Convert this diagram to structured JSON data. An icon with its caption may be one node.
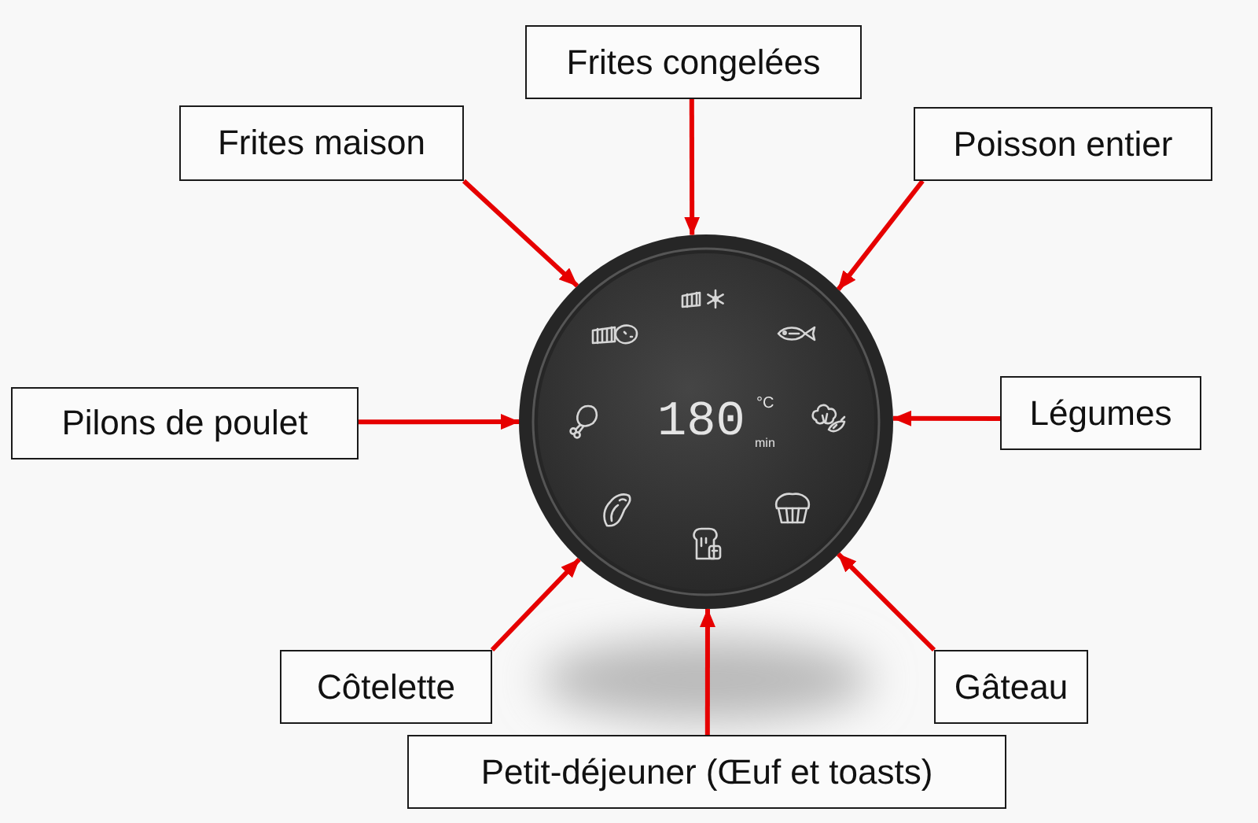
{
  "diagram": {
    "nodes": [
      {
        "text": [
          "Frites congelées"
        ]
      },
      {
        "text": [
          "Frites maison"
        ]
      },
      {
        "text": [
          "Poisson entier"
        ]
      },
      {
        "text": [
          "180",
          "°C",
          "min"
        ]
      },
      {
        "text": [
          "Pilons de poulet"
        ]
      },
      {
        "text": [
          "Légumes"
        ]
      },
      {
        "text": [
          "Côtelette"
        ]
      },
      {
        "text": [
          "Gâteau"
        ]
      },
      {
        "text": [
          "Petit-déjeuner (Œuf et toasts)"
        ]
      }
    ],
    "edges": [
      {
        "from": 0,
        "to": 3,
        "arrow": "to"
      },
      {
        "from": 1,
        "to": 3,
        "arrow": "to"
      },
      {
        "from": 2,
        "to": 3,
        "arrow": "to"
      },
      {
        "from": 4,
        "to": 3,
        "arrow": "to"
      },
      {
        "from": 5,
        "to": 3,
        "arrow": "to"
      },
      {
        "from": 6,
        "to": 3,
        "arrow": "to"
      },
      {
        "from": 7,
        "to": 3,
        "arrow": "to"
      },
      {
        "from": 8,
        "to": 3,
        "arrow": "to"
      }
    ]
  }
}
